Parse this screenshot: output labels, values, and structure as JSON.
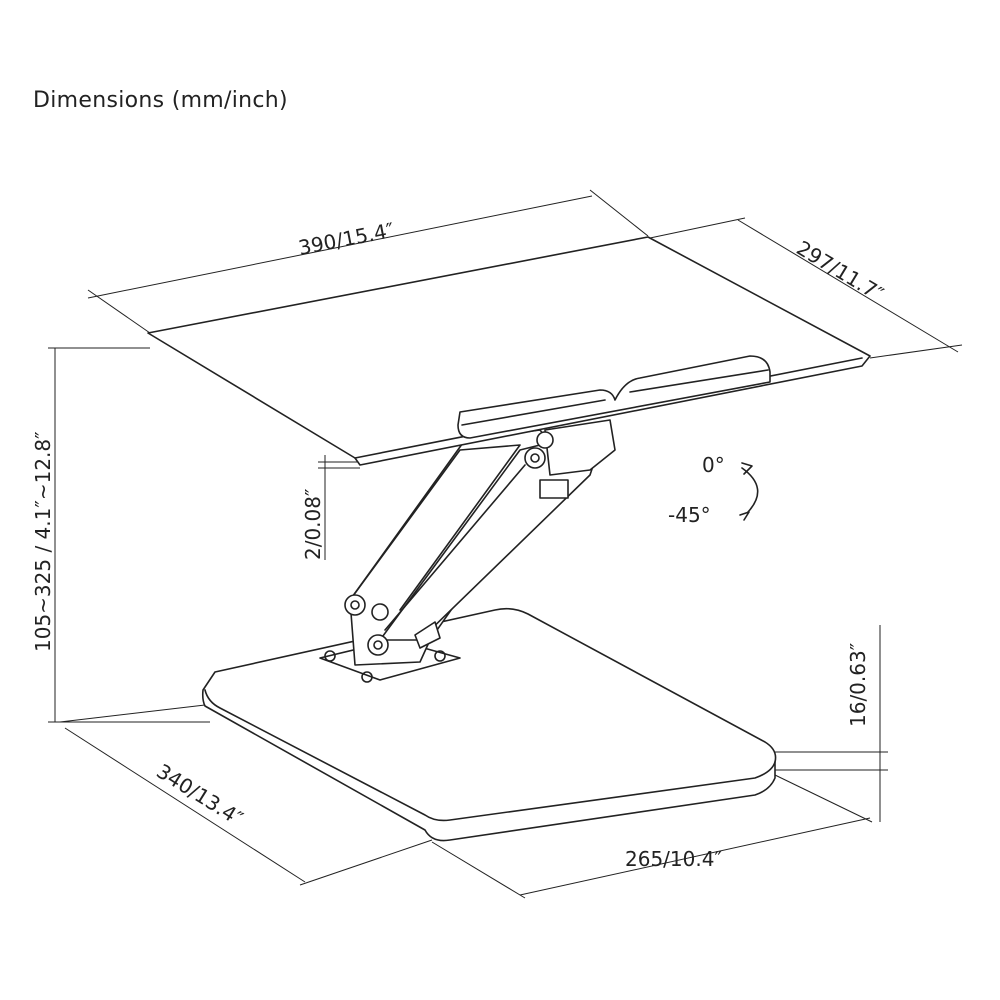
{
  "title": "Dimensions (mm/inch)",
  "dimensions": {
    "plate_width": "390/15.4″",
    "plate_depth": "297/11.7″",
    "height_range": "105~325 / 4.1″~12.8″",
    "plate_thickness": "2/0.08″",
    "base_thickness": "16/0.63″",
    "base_depth": "340/13.4″",
    "base_width": "265/10.4″"
  },
  "tilt": {
    "min_angle": "0°",
    "max_angle": "-45°"
  }
}
